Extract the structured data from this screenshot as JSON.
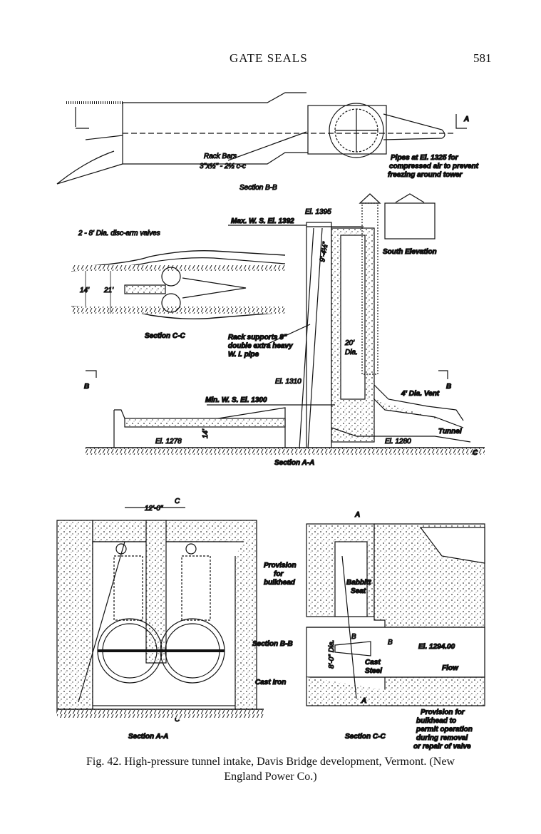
{
  "header": {
    "running_head": "GATE SEALS",
    "page_number": "581"
  },
  "figure": {
    "section_b": {
      "title": "Section B-B",
      "rack_bars_1": "Rack Bars",
      "rack_bars_2": "3\"x½\" - 2½ c-c",
      "pipes_1": "Pipes at El. 1325 for",
      "pipes_2": "compressed air to prevent",
      "pipes_3": "freezing around tower",
      "marker": "A"
    },
    "section_c": {
      "title": "Section C-C",
      "valves": "2 - 8' Dia. disc-arm valves",
      "dim_a": "14'",
      "dim_b": "21'"
    },
    "section_aa_top": {
      "title": "Section A-A",
      "max_ws": "Max. W. S. El. 1392",
      "el_1395": "El. 1395",
      "south_elev": "South Elevation",
      "rack_1": "Rack supports 8\"",
      "rack_2": "double extra heavy",
      "rack_3": "W. I. pipe",
      "dia_20a": "20'",
      "dia_20b": "Dia.",
      "dim_9": "9'-4½\"",
      "el_1310": "El. 1310",
      "min_ws": "Min. W. S. El. 1300",
      "vent": "4' Dia. Vent",
      "el_1278": "El. 1278",
      "dim_14": "14'",
      "el_1280": "El. 1280",
      "tunnel": "Tunnel",
      "mark_b": "B",
      "mark_c": "C"
    },
    "section_a_bottom": {
      "title": "Section A-A",
      "dim_12": "12'-0\"",
      "mark_c": "C"
    },
    "section_c_bottom": {
      "title": "Section C-C",
      "provision_1": "Provision",
      "provision_2": "for",
      "provision_3": "bulkhead",
      "babbitt_1": "Babbitt",
      "babbitt_2": "Seat",
      "section_bb": "Section B-B",
      "cast_iron": "Cast Iron",
      "cast_steel_1": "Cast",
      "cast_steel_2": "Steel",
      "dia_8": "8'-0\" Dia.",
      "el_1294": "El. 1294.00",
      "flow": "Flow",
      "prov2_1": "Provision for",
      "prov2_2": "bulkhead to",
      "prov2_3": "permit operation",
      "prov2_4": "during removal",
      "prov2_5": "or repair of valve",
      "mark_a": "A",
      "mark_b": "B"
    }
  },
  "caption": {
    "line1": "Fig. 42. High-pressure tunnel intake, Davis Bridge development, Vermont.  (New",
    "line2": "England Power Co.)"
  }
}
